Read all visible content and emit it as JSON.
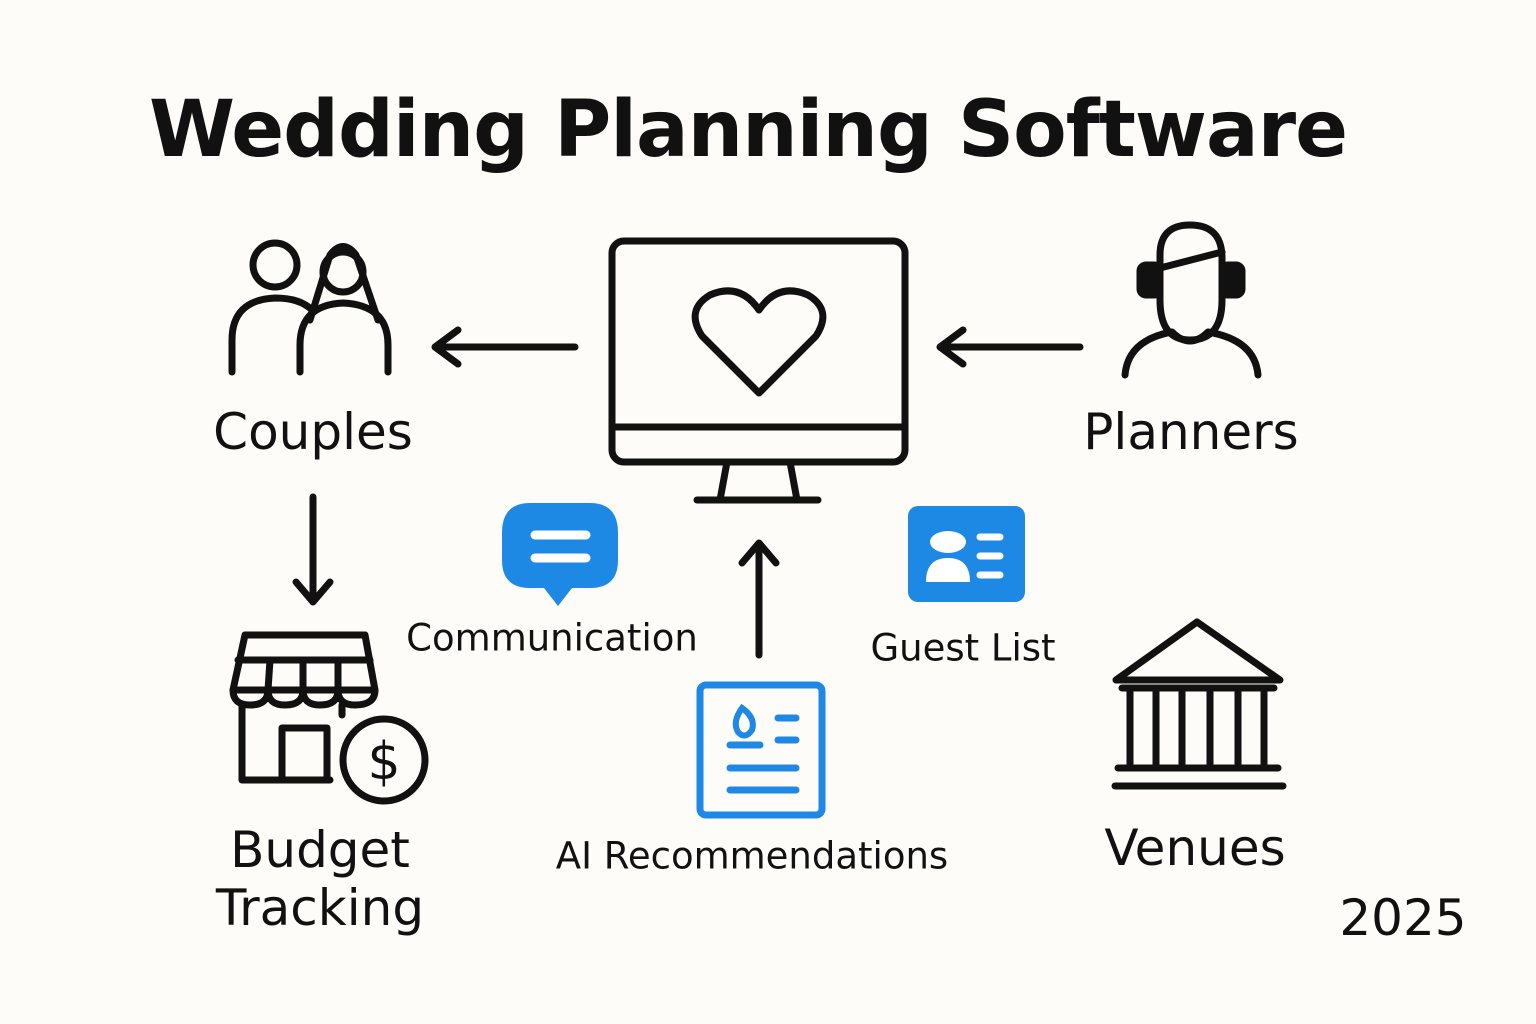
{
  "title": "Wedding Planning Software",
  "nodes": {
    "couples": "Couples",
    "planners": "Planners",
    "budget_line1": "Budget",
    "budget_line2": "Tracking",
    "communication": "Communication",
    "guest_list": "Guest List",
    "ai_recommendations": "AI Recommendations",
    "venues": "Venues"
  },
  "year": "2025",
  "colors": {
    "accent": "#1e88e5",
    "ink": "#111111",
    "background": "#fdfcf9"
  }
}
